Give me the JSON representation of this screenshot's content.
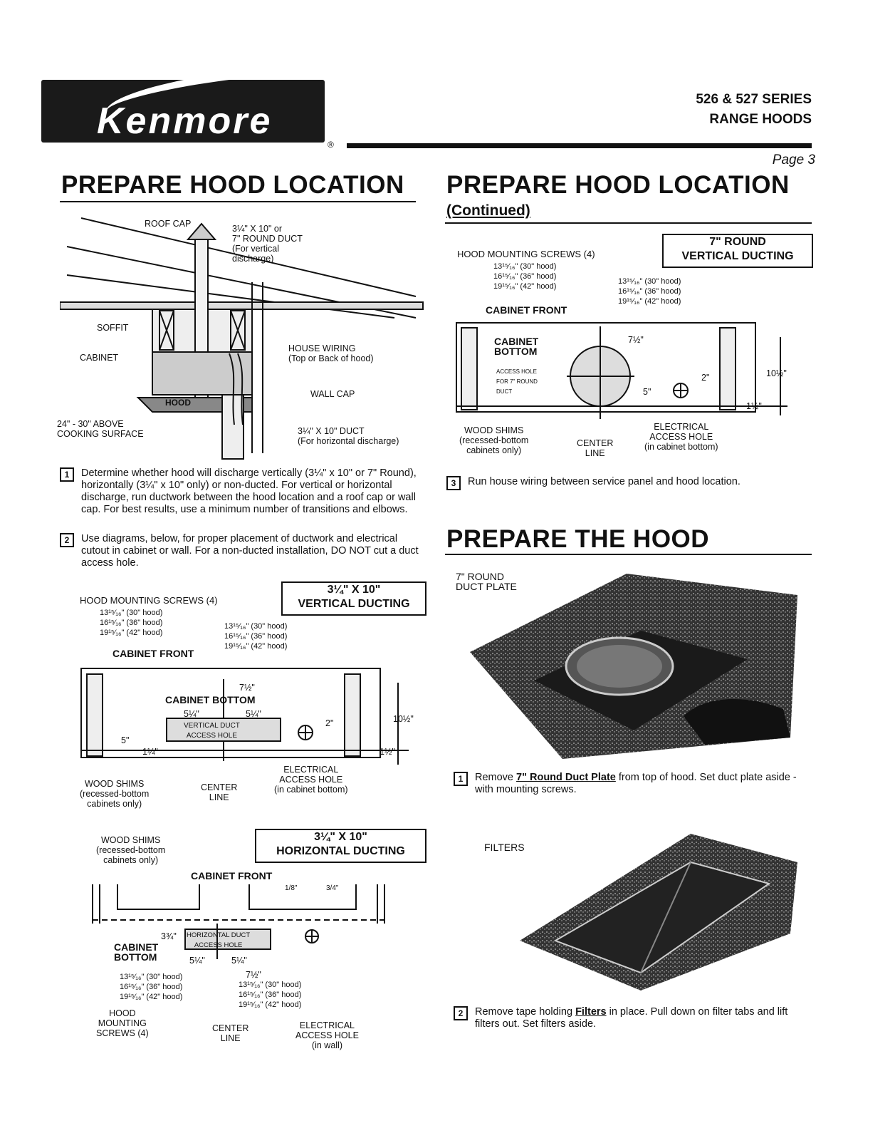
{
  "header": {
    "logo_text": "Kenmore",
    "reg_mark": "®",
    "series_line1": "526 & 527 SERIES",
    "series_line2": "RANGE HOODS",
    "page": "Page 3"
  },
  "left": {
    "title": "PREPARE HOOD LOCATION",
    "fig1": {
      "roof_cap": "ROOF CAP",
      "round_duct": "3¼\" X 10\" or\n7\" ROUND DUCT\n(For vertical\ndischarge)",
      "soffit": "SOFFIT",
      "cabinet": "CABINET",
      "house_wiring": "HOUSE WIRING\n(Top or Back of hood)",
      "wall_cap": "WALL CAP",
      "hood": "HOOD",
      "above": "24\" - 30\" ABOVE\nCOOKING SURFACE",
      "horiz_duct": "3¼\" X 10\" DUCT\n(For horizontal discharge)"
    },
    "step1": {
      "num": "1",
      "text": "Determine whether hood will discharge vertically (3¼\" x 10\" or 7\" Round), horizontally (3¼\" x 10\" only) or non-ducted. For vertical or horizontal discharge, run ductwork between the hood location and a roof cap or wall cap. For best results, use a minimum number of transitions and elbows."
    },
    "step2": {
      "num": "2",
      "text": "Use diagrams, below, for proper placement of ductwork and electrical cutout in cabinet or wall. For a non-ducted installation, DO NOT cut a duct access hole."
    },
    "fig2": {
      "title1": "3¼\" X 10\"",
      "title2": "VERTICAL DUCTING",
      "mounting": "HOOD MOUNTING SCREWS (4)",
      "dims_left": "13¹⁵⁄₁₆\" (30\" hood)\n16¹⁵⁄₁₆\" (36\" hood)\n19¹⁵⁄₁₆\" (42\" hood)",
      "dims_right": "13¹⁵⁄₁₆\" (30\" hood)\n16¹⁵⁄₁₆\" (36\" hood)\n19¹⁵⁄₁₆\" (42\" hood)",
      "cabinet_front": "CABINET FRONT",
      "cabinet_bottom": "CABINET BOTTOM",
      "d_7_5": "7½\"",
      "d_5_25a": "5¼\"",
      "d_5_25b": "5¼\"",
      "duct_hole": "VERTICAL DUCT\nACCESS HOLE",
      "d_2": "2\"",
      "d_10_5": "10½\"",
      "d_5": "5\"",
      "d_1_25": "1¼\"",
      "d_1_5": "1½\"",
      "wood_shims": "WOOD SHIMS\n(recessed-bottom\ncabinets only)",
      "center": "CENTER\nLINE",
      "electrical": "ELECTRICAL\nACCESS HOLE\n(in cabinet bottom)"
    },
    "fig3": {
      "title1": "3¼\" X 10\"",
      "title2": "HORIZONTAL DUCTING",
      "wood_shims": "WOOD SHIMS\n(recessed-bottom\ncabinets only)",
      "cabinet_front": "CABINET FRONT",
      "d_1_8": "1/8\"",
      "d_3_4": "3/4\"",
      "d_3_25": "3¾\"",
      "duct_hole": "HORIZONTAL DUCT\nACCESS HOLE",
      "cabinet_bottom": "CABINET\nBOTTOM",
      "d_5_25a": "5¼\"",
      "d_5_25b": "5¼\"",
      "d_7_5": "7½\"",
      "dims_left": "13¹⁵⁄₁₆\" (30\" hood)\n16¹⁵⁄₁₆\" (36\" hood)\n19¹⁵⁄₁₆\" (42\" hood)",
      "dims_right": "13¹⁵⁄₁₆\" (30\" hood)\n16¹⁵⁄₁₆\" (36\" hood)\n19¹⁵⁄₁₆\" (42\" hood)",
      "hood_screws": "HOOD\nMOUNTING\nSCREWS (4)",
      "center": "CENTER\nLINE",
      "electrical": "ELECTRICAL\nACCESS HOLE\n(in wall)"
    }
  },
  "right": {
    "title": "PREPARE HOOD LOCATION",
    "continued": "(Continued)",
    "fig4": {
      "title1": "7\" ROUND",
      "title2": "VERTICAL DUCTING",
      "mounting": "HOOD MOUNTING SCREWS (4)",
      "dims_left": "13¹⁵⁄₁₆\" (30\" hood)\n16¹⁵⁄₁₆\" (36\" hood)\n19¹⁵⁄₁₆\" (42\" hood)",
      "dims_right": "13¹⁵⁄₁₆\" (30\" hood)\n16¹⁵⁄₁₆\" (36\" hood)\n19¹⁵⁄₁₆\" (42\" hood)",
      "cabinet_front": "CABINET FRONT",
      "cabinet_bottom": "CABINET\nBOTTOM",
      "access_hole": "ACCESS HOLE\nFOR 7\" ROUND\nDUCT",
      "d_7_5": "7½\"",
      "d_2": "2\"",
      "d_10_5": "10½\"",
      "d_5": "5\"",
      "d_1_5": "1½\"",
      "wood_shims": "WOOD SHIMS\n(recessed-bottom\ncabinets only)",
      "center": "CENTER\nLINE",
      "electrical": "ELECTRICAL\nACCESS HOLE\n(in cabinet bottom)"
    },
    "step3": {
      "num": "3",
      "text": "Run house wiring between service panel and hood location."
    },
    "title2": "PREPARE THE HOOD",
    "photo1_label": "7\" ROUND\nDUCT PLATE",
    "step_r1": {
      "num": "1",
      "pre": "Remove ",
      "link": "7\" Round Duct Plate",
      "post": " from top of hood. Set duct plate aside - with mounting screws."
    },
    "photo2_label": "FILTERS",
    "step_r2": {
      "num": "2",
      "pre": "Remove tape holding ",
      "link": "Filters",
      "post": " in place. Pull down on filter tabs and lift filters out. Set filters aside."
    }
  }
}
